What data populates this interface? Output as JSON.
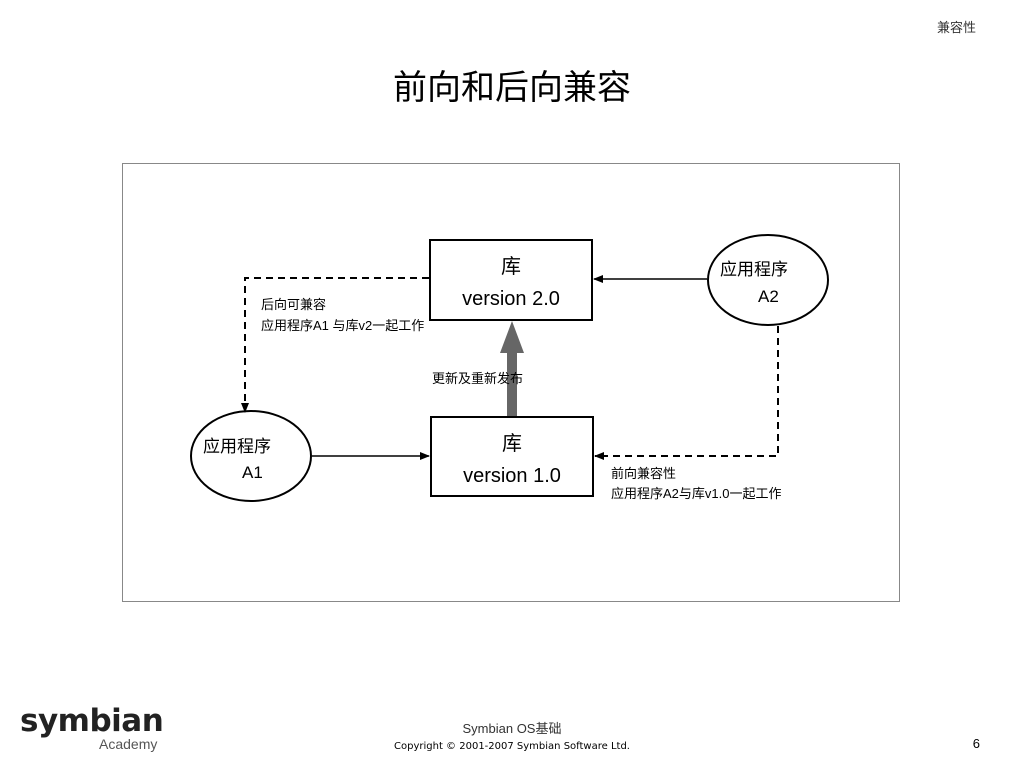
{
  "header": {
    "section_label": "兼容性"
  },
  "slide": {
    "title": "前向和后向兼容"
  },
  "diagram": {
    "library_v2": {
      "line1": "库",
      "line2": "version 2.0"
    },
    "library_v1": {
      "line1": "库",
      "line2": "version 1.0"
    },
    "app_a1": {
      "line1": "应用程序",
      "line2": "A1"
    },
    "app_a2": {
      "line1": "应用程序",
      "line2": "A2"
    },
    "backward_note": {
      "line1": "后向可兼容",
      "line2": "应用程序A1 与库v2一起工作"
    },
    "forward_note": {
      "line1": "前向兼容性",
      "line2": "应用程序A2与库v1.0一起工作"
    },
    "update_note": "更新及重新发布",
    "colors": {
      "update_arrow": "#666666",
      "line": "#000000"
    }
  },
  "footer": {
    "subtitle": "Symbian OS基础",
    "copyright": "Copyright © 2001-2007 Symbian Software Ltd.",
    "page_number": "6",
    "logo_text": "symbian",
    "logo_sub": "Academy"
  }
}
